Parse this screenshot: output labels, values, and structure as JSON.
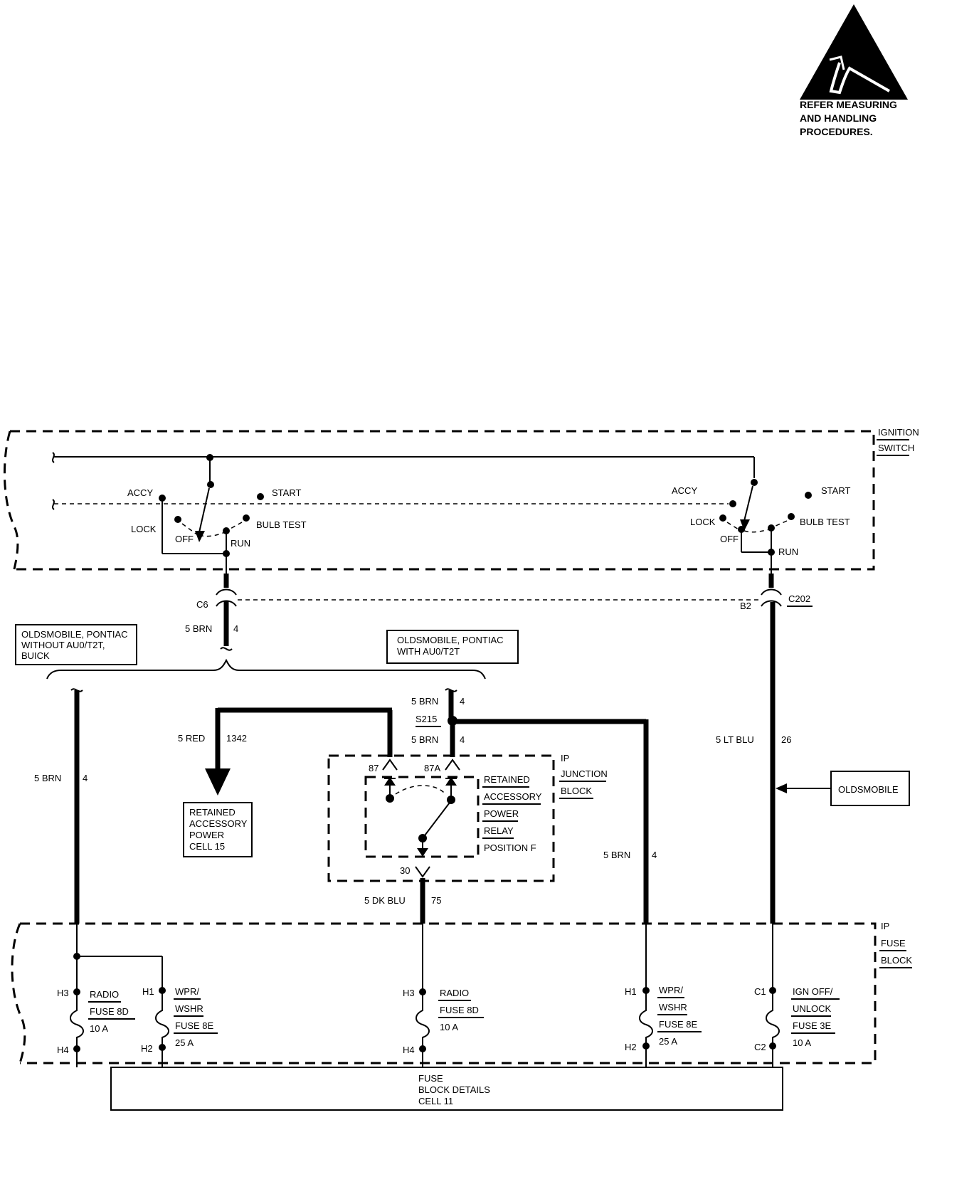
{
  "esd_note": {
    "lines": [
      "REFER MEASURING",
      "AND HANDLING",
      "PROCEDURES."
    ],
    "icon": "esd-warning-icon"
  },
  "ignition_switch": {
    "label_lines": [
      "IGNITION",
      "SWITCH"
    ],
    "positions": {
      "accy": "ACCY",
      "start": "START",
      "lock": "LOCK",
      "off": "OFF",
      "bulb_test": "BULB TEST",
      "run": "RUN"
    }
  },
  "connectors": {
    "c6": "C6",
    "b2": "B2",
    "c202": "C202",
    "s215": "S215"
  },
  "variant_boxes": {
    "left": [
      "OLDSMOBILE, PONTIAC",
      "WITHOUT AU0/T2T,",
      "BUICK"
    ],
    "right": [
      "OLDSMOBILE, PONTIAC",
      "WITH AU0/T2T"
    ]
  },
  "wires": {
    "c6_out": {
      "color": "5 BRN",
      "circuit": "4"
    },
    "left_feed": {
      "color": "5 BRN",
      "circuit": "4"
    },
    "s215_in": {
      "color": "5 BRN",
      "circuit": "4"
    },
    "s215_out": {
      "color": "5 BRN",
      "circuit": "4"
    },
    "red": {
      "color": "5 RED",
      "circuit": "1342"
    },
    "right_brn": {
      "color": "5 BRN",
      "circuit": "4"
    },
    "dk_blu": {
      "color": "5 DK BLU",
      "circuit": "75"
    },
    "lt_blu": {
      "color": "5 LT BLU",
      "circuit": "26"
    }
  },
  "ip_junction_block": {
    "label_lines": [
      "IP",
      "JUNCTION",
      "BLOCK"
    ],
    "relay_lines": [
      "RETAINED",
      "ACCESSORY",
      "POWER",
      "RELAY",
      "POSITION F"
    ],
    "pins": {
      "p87": "87",
      "p87a": "87A",
      "p30": "30"
    }
  },
  "retained_power_ref": [
    "RETAINED",
    "ACCESSORY",
    "POWER",
    "CELL 15"
  ],
  "oldsmobile_tag": "OLDSMOBILE",
  "ip_fuse_block": {
    "label_lines": [
      "IP",
      "FUSE",
      "BLOCK"
    ],
    "fuses": [
      {
        "top_pin": "H3",
        "bottom_pin": "H4",
        "name_lines": [
          "RADIO",
          "FUSE 8D"
        ],
        "rating": "10 A"
      },
      {
        "top_pin": "H1",
        "bottom_pin": "H2",
        "name_lines": [
          "WPR/",
          "WSHR",
          "FUSE 8E"
        ],
        "rating": "25 A"
      },
      {
        "top_pin": "H3",
        "bottom_pin": "H4",
        "name_lines": [
          "RADIO",
          "FUSE 8D"
        ],
        "rating": "10 A"
      },
      {
        "top_pin": "H1",
        "bottom_pin": "H2",
        "name_lines": [
          "WPR/",
          "WSHR",
          "FUSE 8E"
        ],
        "rating": "25 A"
      },
      {
        "top_pin": "C1",
        "bottom_pin": "C2",
        "name_lines": [
          "IGN OFF/",
          "UNLOCK",
          "FUSE 3E"
        ],
        "rating": "10 A"
      }
    ]
  },
  "fuse_block_details": [
    "FUSE",
    "BLOCK DETAILS",
    "CELL 11"
  ]
}
